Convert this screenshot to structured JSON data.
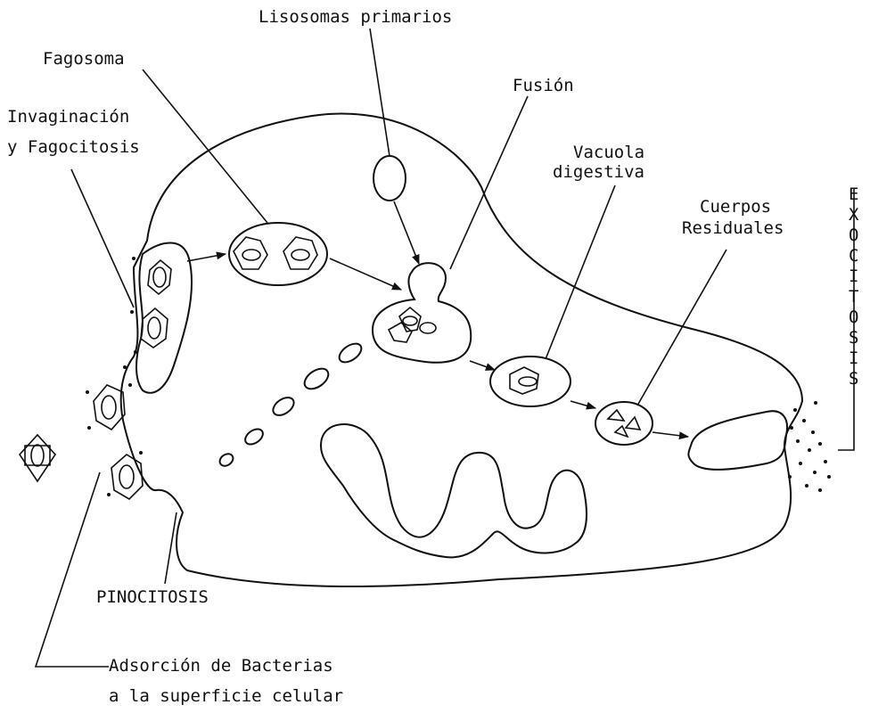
{
  "labels": {
    "lisosomas": "Lisosomas primarios",
    "fagosoma": "Fagosoma",
    "invaginacion_l1": "Invaginación",
    "invaginacion_l2": "y Fagocitosis",
    "fusion": "Fusión",
    "vacuola_l1": "Vacuola",
    "vacuola_l2": "digestiva",
    "cuerpos_l1": "Cuerpos",
    "cuerpos_l2": "Residuales",
    "pinocitosis": "PINOCITOSIS",
    "adsorcion_l1": "Adsorción de Bacterias",
    "adsorcion_l2": "a la superficie celular",
    "exocitosis": [
      "E",
      "X",
      "O",
      "C",
      "I",
      "T",
      "O",
      "S",
      "I",
      "S"
    ]
  }
}
